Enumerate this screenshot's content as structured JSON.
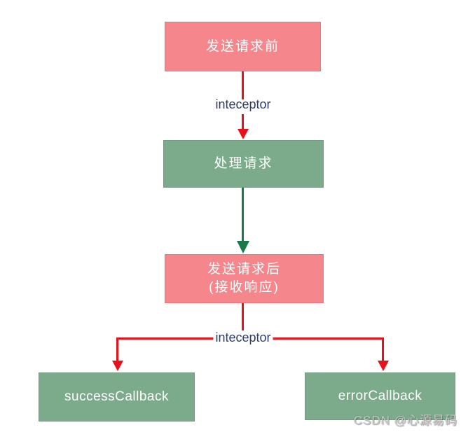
{
  "colors": {
    "pink_box": "#f4868c",
    "pink_box_border": "#e9757e",
    "green_box": "#7cab8c",
    "green_box_border": "#6e9c7e",
    "red_arrow": "#e8101a",
    "green_arrow": "#1a7a4b",
    "label_text": "#2e3b6c",
    "box_text": "#ffffff",
    "watermark_text": "#c9c9c7"
  },
  "nodes": {
    "before_request": {
      "label": "发送请求前"
    },
    "process_request": {
      "label": "处理请求"
    },
    "after_request": {
      "line1": "发送请求后",
      "line2": "(接收响应)"
    },
    "success_callback": {
      "label": "successCallback"
    },
    "error_callback": {
      "label": "errorCallback"
    }
  },
  "edge_labels": {
    "interceptor_top": "inteceptor",
    "interceptor_bottom": "inteceptor"
  },
  "watermark": "CSDN @心源易码"
}
